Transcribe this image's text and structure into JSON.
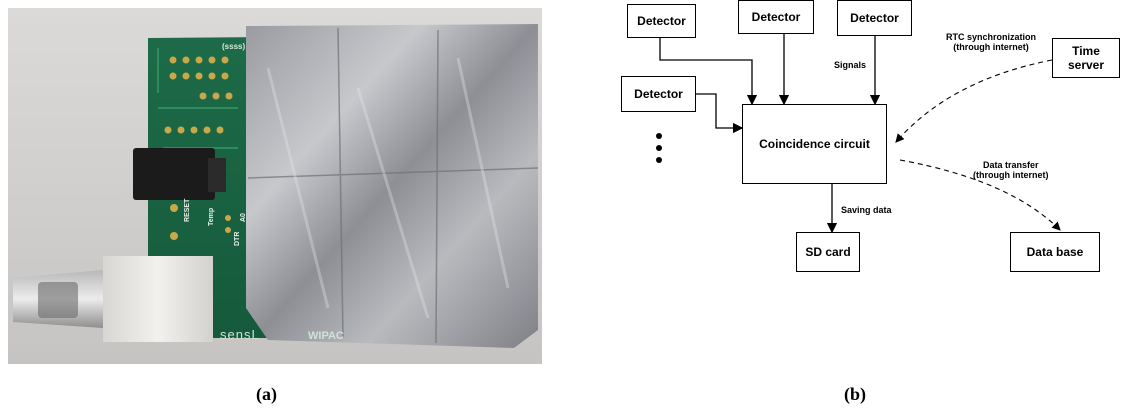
{
  "photo": {
    "pcb_text": [
      "(ssss)",
      "RESET",
      "Temp",
      "DTR",
      "A0"
    ],
    "brand_left": "sensL",
    "brand_right": "WIPAC"
  },
  "panels": {
    "a": "(a)",
    "b": "(b)"
  },
  "diagram": {
    "detector_1": "Detector",
    "detector_2": "Detector",
    "detector_3": "Detector",
    "detector_4": "Detector",
    "coincidence": "Coincidence circuit",
    "sd_card": "SD card",
    "time_server_line1": "Time",
    "time_server_line2": "server",
    "data_base": "Data base",
    "signals": "Signals",
    "saving_data": "Saving data",
    "rtc_line1": "RTC synchronization",
    "rtc_line2": "(through internet)",
    "transfer_line1": "Data transfer",
    "transfer_line2": "(through internet)"
  }
}
